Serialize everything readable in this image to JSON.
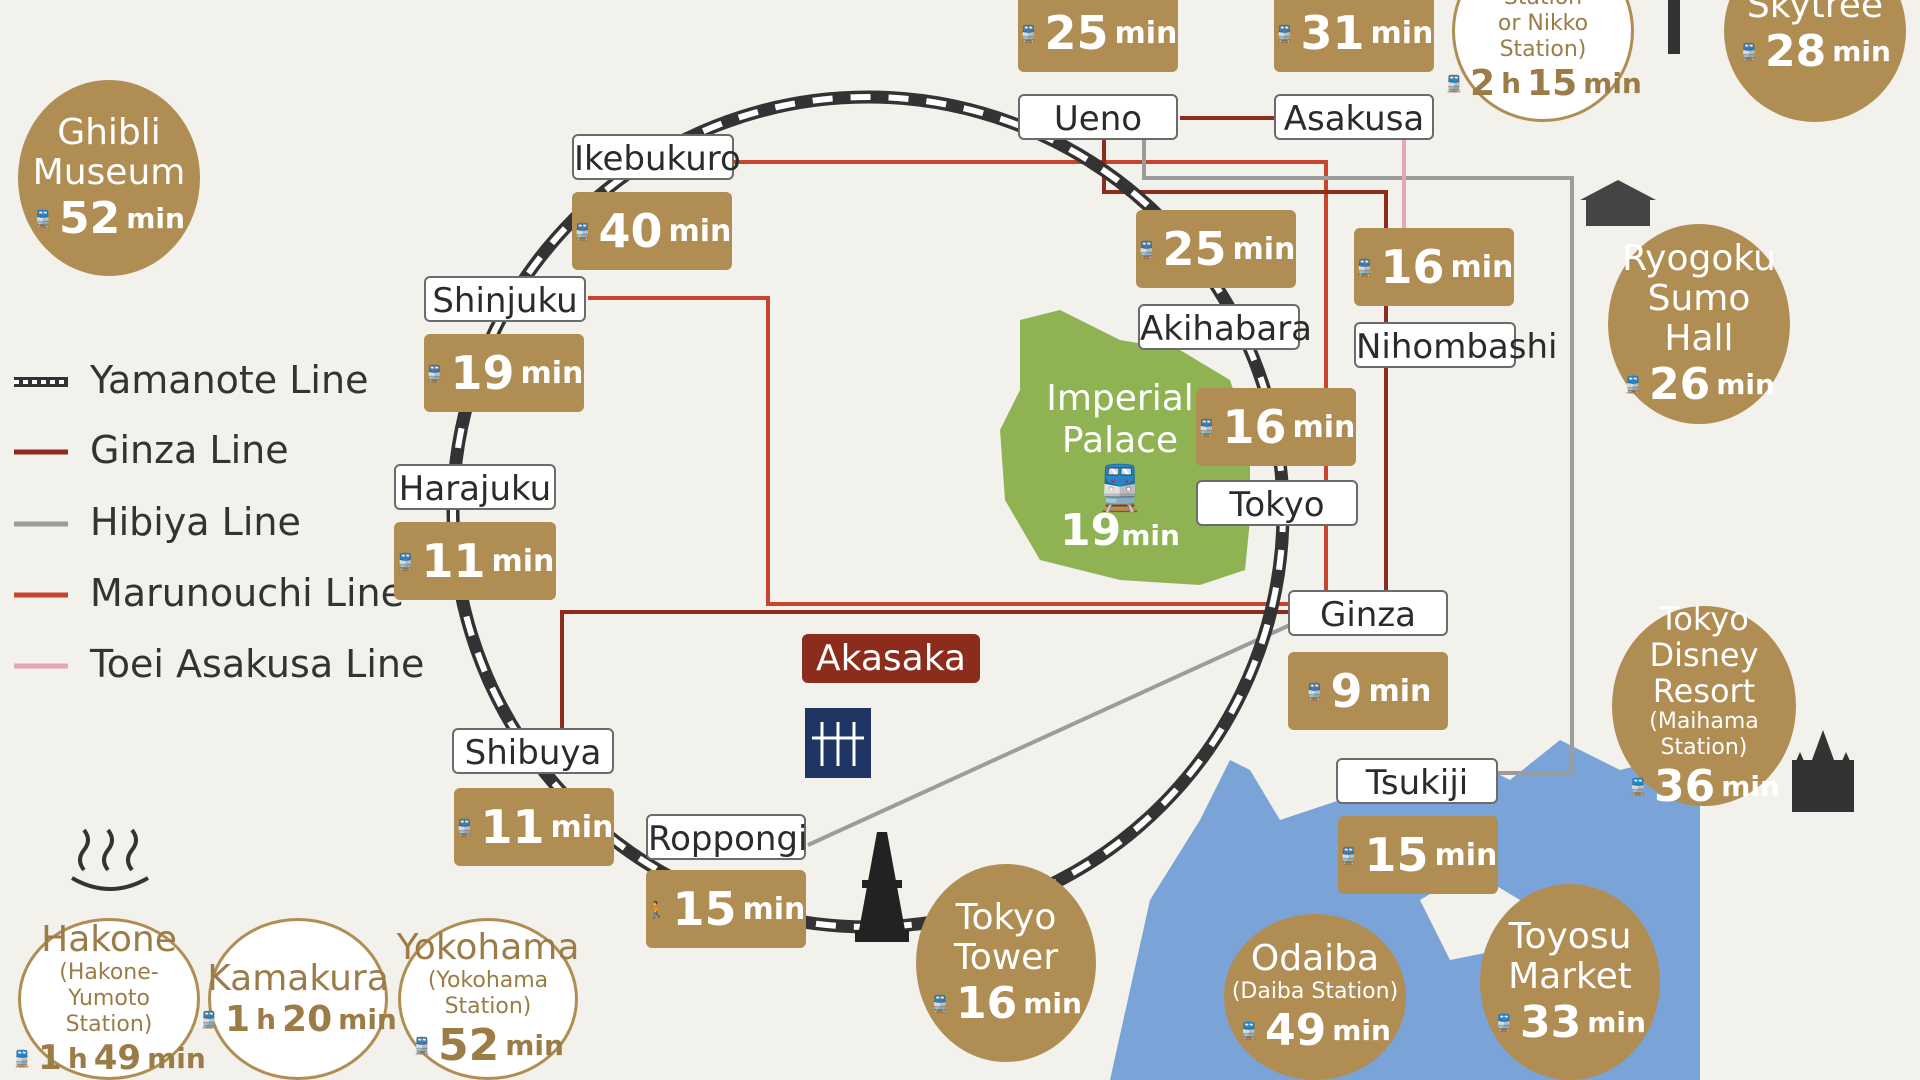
{
  "colors": {
    "gold": "#b08d52",
    "ginza": "#8b2c1c",
    "hibiya": "#9c9c9c",
    "marunouchi": "#c8442e",
    "toei_asakusa": "#e3a7b5",
    "yamanote": "#333333",
    "water": "#7aa4d8",
    "palace": "#8fb352",
    "background": "#f3f1ec"
  },
  "legend": [
    {
      "label": "Yamanote Line",
      "style": "dashed",
      "color": "#333333"
    },
    {
      "label": "Ginza Line",
      "style": "solid",
      "color": "#8b2c1c"
    },
    {
      "label": "Hibiya Line",
      "style": "solid",
      "color": "#9c9c9c"
    },
    {
      "label": "Marunouchi Line",
      "style": "solid",
      "color": "#c8442e"
    },
    {
      "label": "Toei Asakusa Line",
      "style": "solid",
      "color": "#e3a7b5"
    }
  ],
  "stations": {
    "ueno": "Ueno",
    "asakusa": "Asakusa",
    "ikebukuro": "Ikebukuro",
    "shinjuku": "Shinjuku",
    "harajuku": "Harajuku",
    "shibuya": "Shibuya",
    "roppongi": "Roppongi",
    "akihabara": "Akihabara",
    "nihombashi": "Nihombashi",
    "tokyo": "Tokyo",
    "ginza": "Ginza",
    "tsukiji": "Tsukiji"
  },
  "times": {
    "top_left": "25",
    "top_mid": "31",
    "ikebukuro": "40",
    "shinjuku": "19",
    "harajuku": "11",
    "shibuya": "11",
    "roppongi": "15",
    "ueno_akihabara": "25",
    "nihombashi": "16",
    "akihabara": "16",
    "ginza": "9",
    "tsukiji": "15"
  },
  "unit": "min",
  "district": "Akasaka",
  "palace": {
    "line1": "Imperial",
    "line2": "Palace",
    "time": "19"
  },
  "destinations": {
    "ghibli": {
      "name1": "Ghibli",
      "name2": "Museum",
      "time": "52"
    },
    "nikko": {
      "sub1": "(Tobu Nikko Station",
      "sub2": "or Nikko Station)",
      "hours": "2",
      "mins": "15"
    },
    "skytree": {
      "name": "Skytree",
      "time": "28"
    },
    "ryogoku": {
      "name1": "Ryogoku",
      "name2": "Sumo Hall",
      "time": "26"
    },
    "disney": {
      "name1": "Tokyo",
      "name2": "Disney Resort",
      "sub": "(Maihama Station)",
      "time": "36"
    },
    "tokyo_tower": {
      "name1": "Tokyo",
      "name2": "Tower",
      "time": "16"
    },
    "odaiba": {
      "name": "Odaiba",
      "sub": "(Daiba Station)",
      "time": "49"
    },
    "toyosu": {
      "name1": "Toyosu",
      "name2": "Market",
      "time": "33"
    },
    "hakone": {
      "name": "Hakone",
      "sub1": "(Hakone-Yumoto",
      "sub2": "Station)",
      "hours": "1",
      "mins": "49"
    },
    "kamakura": {
      "name": "Kamakura",
      "hours": "1",
      "mins": "20"
    },
    "yokohama": {
      "name": "Yokohama",
      "sub": "(Yokohama Station)",
      "time": "52"
    }
  },
  "hour_unit": "h",
  "icons": {
    "train": "train-icon",
    "walk": "walking-person-icon",
    "onsen": "hot-spring-icon",
    "hotel": "hotel-logo-icon",
    "tower": "tokyo-tower-icon",
    "castle": "castle-icon",
    "sumo": "sumo-hall-icon"
  }
}
